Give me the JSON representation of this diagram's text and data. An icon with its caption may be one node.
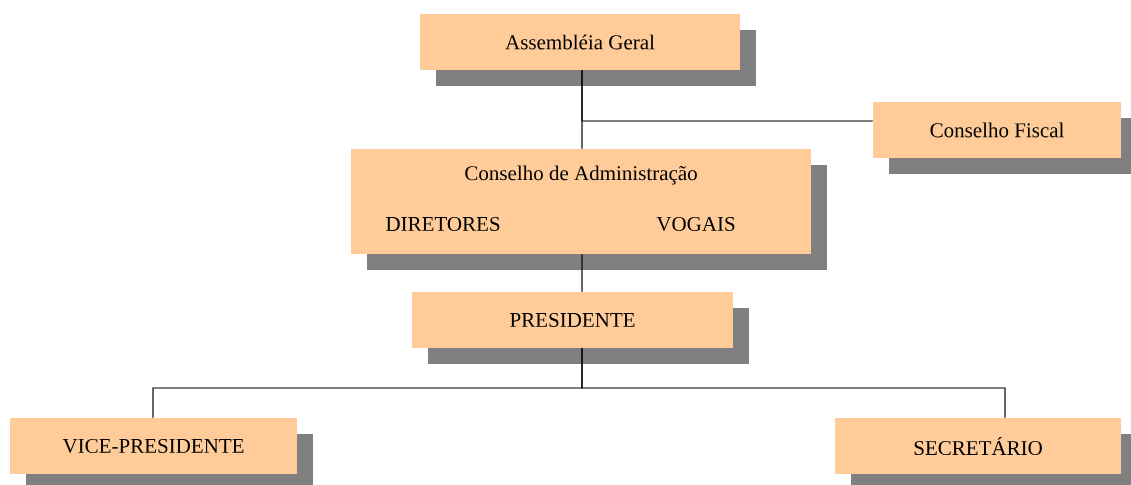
{
  "diagram": {
    "nodes": [
      {
        "text": [
          "Assembléia Geral"
        ]
      },
      {
        "text": [
          "Conselho Fiscal"
        ]
      },
      {
        "text": [
          "Conselho de Administração",
          "DIRETORES",
          "VOGAIS"
        ]
      },
      {
        "text": [
          "PRESIDENTE"
        ]
      },
      {
        "text": [
          "VICE-PRESIDENTE"
        ]
      },
      {
        "text": [
          "SECRETÁRIO"
        ]
      }
    ],
    "edges": [
      {
        "from": 0,
        "to": 2,
        "arrow": "none"
      },
      {
        "from": 0,
        "to": 1,
        "arrow": "none"
      },
      {
        "from": 2,
        "to": 3,
        "arrow": "none"
      },
      {
        "from": 3,
        "to": 4,
        "arrow": "none"
      },
      {
        "from": 3,
        "to": 5,
        "arrow": "none"
      }
    ]
  }
}
